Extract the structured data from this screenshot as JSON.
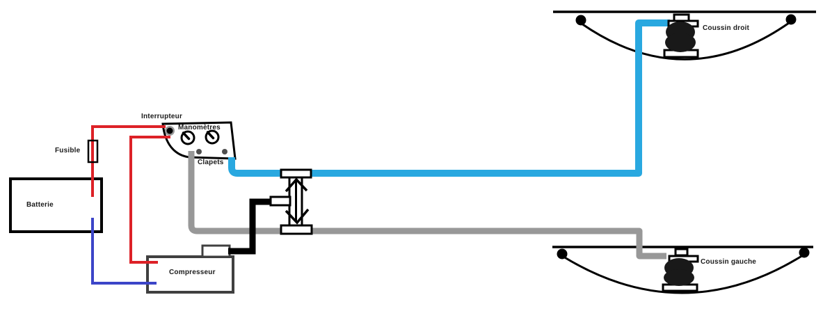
{
  "diagram": {
    "labels": {
      "fusible": "Fusible",
      "batterie": "Batterie",
      "interrupteur": "Interrupteur",
      "manometres": "Manomètres",
      "clapets": "Clapets",
      "compresseur": "Compresseur",
      "coussin_droit": "Coussin droit",
      "coussin_gauche": "Coussin gauche"
    },
    "colors": {
      "positive_wire_red": "#dd2127",
      "negative_wire_blue": "#3c45c8",
      "air_line_blue": "#29a8e0",
      "air_line_gray": "#989898",
      "pipe_black": "#000000",
      "outline_black": "#000000",
      "box_border_gray": "#404040"
    }
  }
}
